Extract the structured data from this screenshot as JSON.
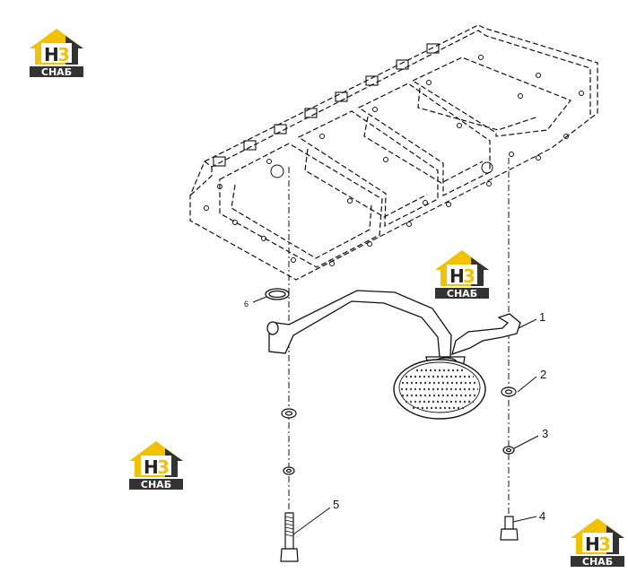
{
  "logos": [
    {
      "top": "H",
      "digit": "3",
      "bottom": "СНАБ"
    },
    {
      "top": "H",
      "digit": "3",
      "bottom": "СНАБ"
    },
    {
      "top": "H",
      "digit": "3",
      "bottom": "СНАБ"
    },
    {
      "top": "H",
      "digit": "3",
      "bottom": "СНАБ"
    }
  ],
  "callouts": {
    "c1": "1",
    "c2": "2",
    "c3": "3",
    "c4": "4",
    "c5": "5",
    "c6": "6"
  },
  "colors": {
    "line": "#111111",
    "logo_yellow": "#f2c200",
    "logo_dark": "#333333"
  }
}
